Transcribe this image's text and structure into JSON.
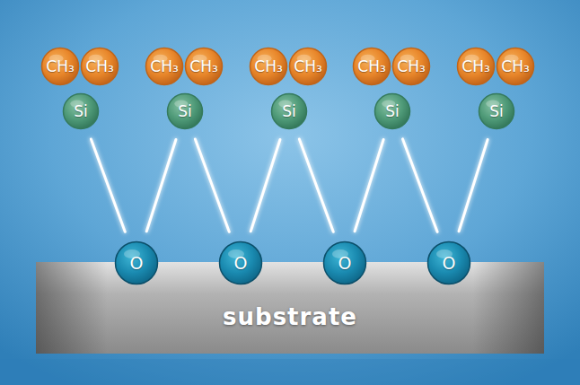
{
  "diagram": {
    "nodes": [
      {
        "text": [
          "CH₃"
        ]
      },
      {
        "text": [
          "CH₃"
        ]
      },
      {
        "text": [
          "CH₃"
        ]
      },
      {
        "text": [
          "CH₃"
        ]
      },
      {
        "text": [
          "CH₃"
        ]
      },
      {
        "text": [
          "CH₃"
        ]
      },
      {
        "text": [
          "CH₃"
        ]
      },
      {
        "text": [
          "CH₃"
        ]
      },
      {
        "text": [
          "CH₃"
        ]
      },
      {
        "text": [
          "CH₃"
        ]
      },
      {
        "text": [
          "Si"
        ]
      },
      {
        "text": [
          "Si"
        ]
      },
      {
        "text": [
          "Si"
        ]
      },
      {
        "text": [
          "Si"
        ]
      },
      {
        "text": [
          "Si"
        ]
      },
      {
        "text": [
          "O"
        ]
      },
      {
        "text": [
          "O"
        ]
      },
      {
        "text": [
          "O"
        ]
      },
      {
        "text": [
          "O"
        ]
      },
      {
        "text": [
          "substrate"
        ]
      }
    ],
    "edges": [
      {
        "from": 10,
        "to": 15,
        "arrow": "none"
      },
      {
        "from": 15,
        "to": 11,
        "arrow": "none"
      },
      {
        "from": 11,
        "to": 16,
        "arrow": "none"
      },
      {
        "from": 16,
        "to": 12,
        "arrow": "none"
      },
      {
        "from": 12,
        "to": 17,
        "arrow": "none"
      },
      {
        "from": 17,
        "to": 13,
        "arrow": "none"
      },
      {
        "from": 13,
        "to": 18,
        "arrow": "none"
      },
      {
        "from": 18,
        "to": 14,
        "arrow": "none"
      }
    ]
  }
}
